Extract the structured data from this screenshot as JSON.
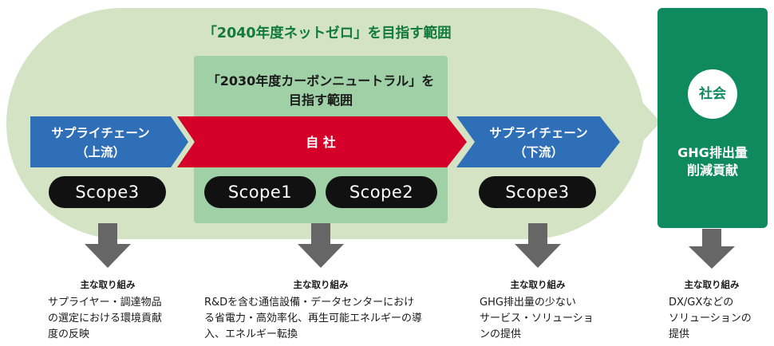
{
  "scope2040": {
    "title": "「2040年度ネットゼロ」を目指す範囲"
  },
  "scope2030": {
    "title_line1": "「2030年度カーボンニュートラル」を",
    "title_line2": "目指す範囲"
  },
  "chevrons": {
    "upstream": {
      "line1": "サプライチェーン",
      "line2": "（上流）"
    },
    "company": {
      "label": "自 社"
    },
    "downstream": {
      "line1": "サプライチェーン",
      "line2": "（下流）"
    }
  },
  "scopes": {
    "upstream": "Scope3",
    "scope1": "Scope1",
    "scope2": "Scope2",
    "downstream": "Scope3"
  },
  "society": {
    "circle_label": "社会",
    "line1": "GHG排出量",
    "line2": "削減貢献"
  },
  "initiatives": [
    {
      "heading": "主な取り組み",
      "lines": [
        "サプライヤー・調達物品",
        "の選定における環境貢献",
        "度の反映"
      ]
    },
    {
      "heading": "主な取り組み",
      "lines": [
        "R&Dを含む通信設備・データセンターにおけ",
        "る省電力・高効率化、再生可能エネルギーの導",
        "入、エネルギー転換"
      ]
    },
    {
      "heading": "主な取り組み",
      "lines": [
        "GHG排出量の少ない",
        "サービス・ソリューショ",
        "ンの提供"
      ]
    },
    {
      "heading": "主な取り組み",
      "lines": [
        "DX/GXなどの",
        "ソリューションの",
        "提供"
      ]
    }
  ],
  "colors": {
    "outer_green": "#d3e3c4",
    "inner_green": "#9fd0a6",
    "chevron_blue": "#2e6fb8",
    "chevron_red": "#d4002a",
    "society_green": "#0f8a5f",
    "arrow_gray": "#666666"
  }
}
